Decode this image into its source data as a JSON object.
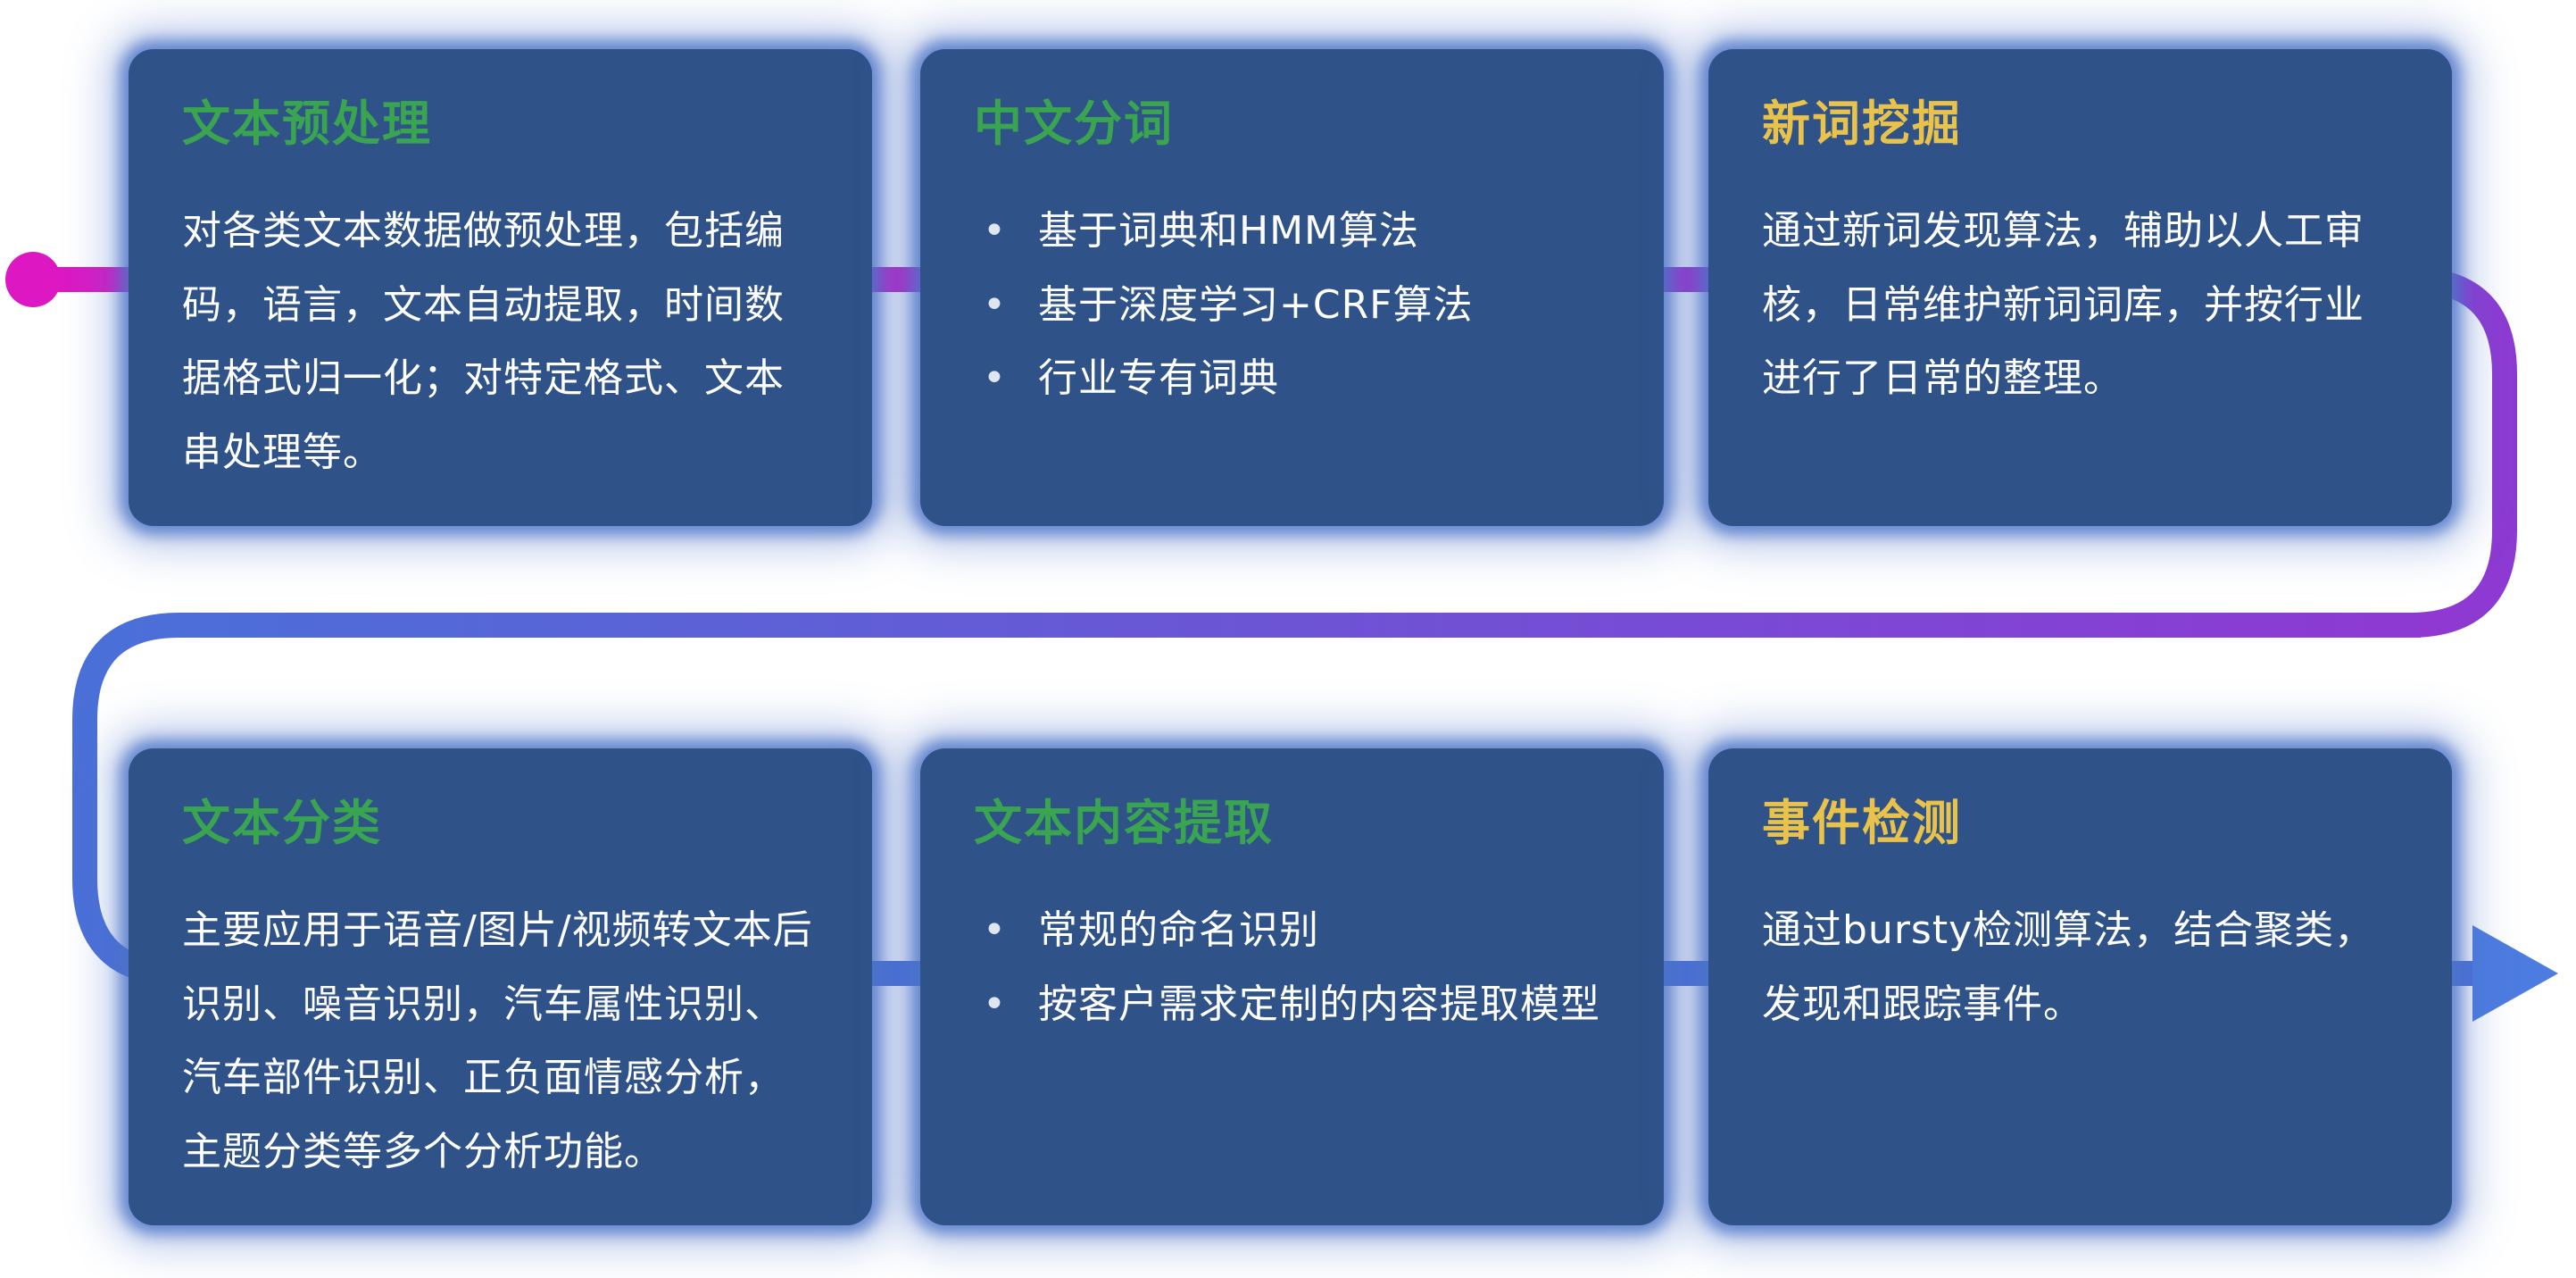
{
  "cards": [
    {
      "title": "文本预处理",
      "title_color": "#3aa550",
      "body": "对各类文本数据做预处理，包括编码，语言，文本自动提取，时间数据格式归一化；对特定格式、文本串处理等。"
    },
    {
      "title": "中文分词",
      "title_color": "#3aa550",
      "bullets": [
        "基于词典和HMM算法",
        "基于深度学习+CRF算法",
        "行业专有词典"
      ]
    },
    {
      "title": "新词挖掘",
      "title_color": "#e8c24a",
      "body": "通过新词发现算法，辅助以人工审核，日常维护新词词库，并按行业进行了日常的整理。"
    },
    {
      "title": "文本分类",
      "title_color": "#3aa550",
      "body": "主要应用于语音/图片/视频转文本后识别、噪音识别，汽车属性识别、汽车部件识别、正负面情感分析，主题分类等多个分析功能。"
    },
    {
      "title": "文本内容提取",
      "title_color": "#3aa550",
      "bullets": [
        "常规的命名识别",
        "按客户需求定制的内容提取模型"
      ]
    },
    {
      "title": "事件检测",
      "title_color": "#e8c24a",
      "body": "通过bursty检测算法，结合聚类，发现和跟踪事件。"
    }
  ],
  "card_style": {
    "background": "#2f5289",
    "glow": "#4c74c8",
    "text_color": "#ffffff"
  },
  "flow": {
    "colors": {
      "start_dot": "#dd18c3",
      "magenta": "#dd18c3",
      "purple": "#8d3ad2",
      "blue": "#4a70d8",
      "arrow": "#4d7ce0"
    }
  }
}
